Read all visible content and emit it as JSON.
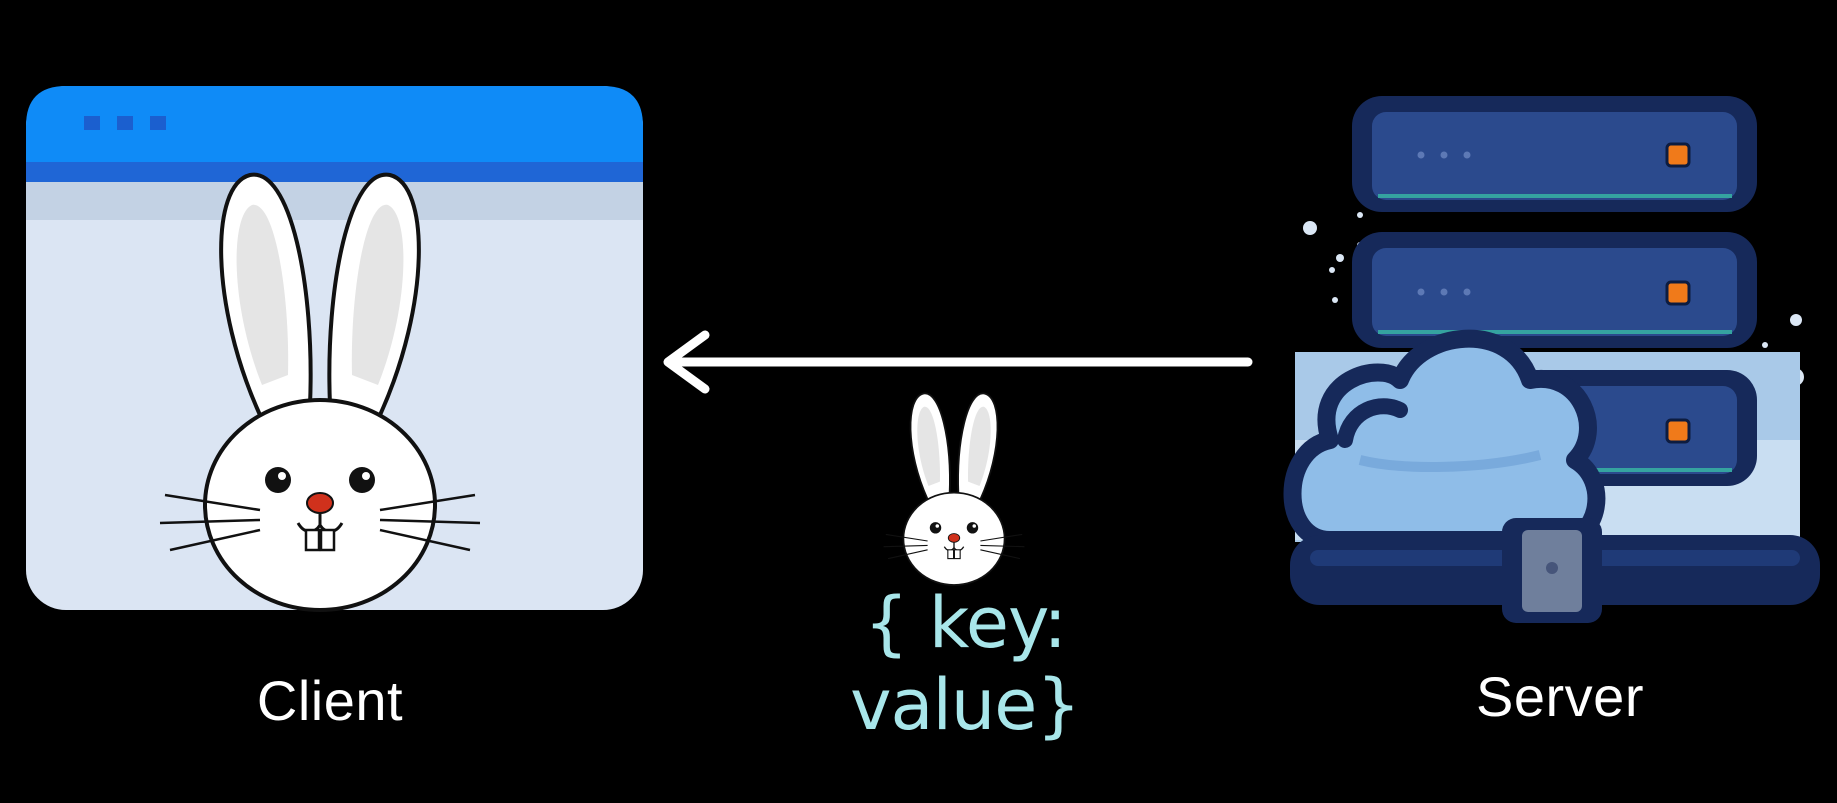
{
  "client": {
    "label": "Client",
    "window_titlebar_color": "#0f8bf7",
    "window_body_color": "#dbe5f3"
  },
  "server": {
    "label": "Server",
    "rack_color": "#16295a",
    "led_color": "#f07a1a",
    "cloud_color": "#8fbde8"
  },
  "message": {
    "payload_text": "{ key: value}",
    "payload_color": "#a8e6ea",
    "arrow_direction": "server-to-client",
    "icon": "bunny-icon"
  }
}
